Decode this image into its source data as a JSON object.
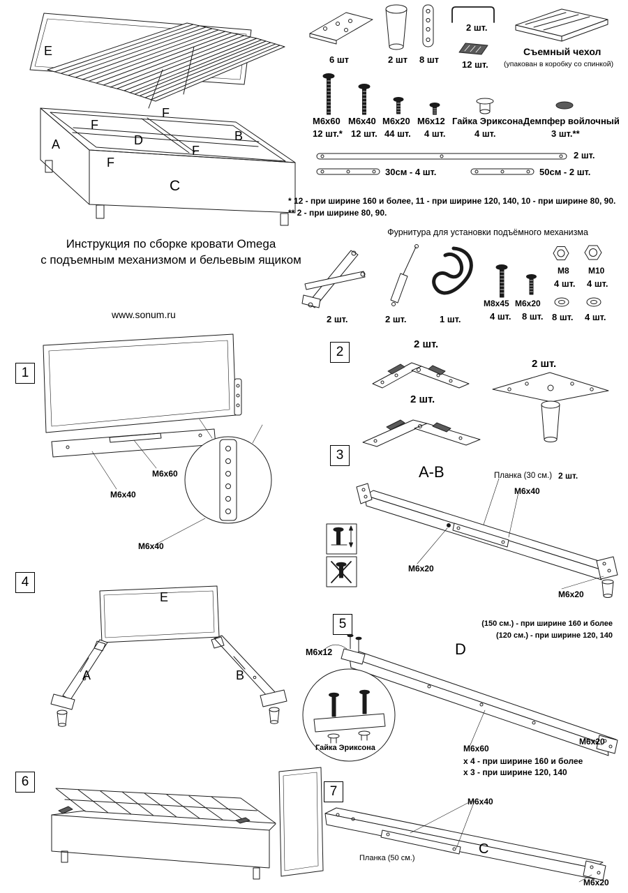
{
  "doc": {
    "title_line1": "Инструкция по сборке кровати Omega",
    "title_line2": "с подъемным механизмом и бельевым ящиком",
    "website": "www.sonum.ru"
  },
  "overview": {
    "letters": {
      "e": "E",
      "f": "F",
      "a": "A",
      "b": "B",
      "c": "C",
      "d": "D"
    }
  },
  "parts": {
    "bracket_qty": "6 шт",
    "leg_qty": "2 шт",
    "plate_qty": "8 шт",
    "handle_qty": "2 шт.",
    "grille_qty": "12 шт.",
    "cover_title": "Съемный чехол",
    "cover_note": "(упакован в коробку со спинкой)",
    "screws": [
      {
        "label": "M6x60",
        "qty": "12 шт.*"
      },
      {
        "label": "M6x40",
        "qty": "12 шт."
      },
      {
        "label": "M6x20",
        "qty": "44 шт."
      },
      {
        "label": "M6x12",
        "qty": "4 шт."
      },
      {
        "label": "Гайка Эриксона",
        "qty": "4 шт."
      },
      {
        "label": "Демпфер войлочный",
        "qty": "3 шт.**"
      }
    ],
    "strip_long_qty": "2 шт.",
    "strip30_label": "30см - 4 шт.",
    "strip50_label": "50см - 2 шт.",
    "footnote1": "* 12 - при ширине 160 и более, 11 - при ширине 120, 140, 10 - при ширине 80, 90.",
    "footnote2": "** 2 - при ширине 80, 90."
  },
  "lift": {
    "title": "Фурнитура для установки подъёмного механизма",
    "mechanism_qty": "2 шт.",
    "strut_qty": "2 шт.",
    "strap_qty": "1 шт.",
    "m8x45": {
      "label": "M8x45",
      "qty": "4 шт."
    },
    "m6x20": {
      "label": "M6x20",
      "qty": "8 шт."
    },
    "m8": {
      "label": "M8",
      "qty": "4 шт."
    },
    "m10": {
      "label": "M10",
      "qty": "4 шт."
    },
    "washer_large_qty": "8 шт.",
    "washer_small_qty": "4 шт."
  },
  "steps": {
    "s1": {
      "num": "1",
      "label_m6x60": "M6x60",
      "label_m6x40_top": "M6x40",
      "label_m6x40_bottom": "M6x40"
    },
    "s2": {
      "num": "2",
      "qty1": "2 шт.",
      "qty2": "2 шт.",
      "qty3": "2 шт."
    },
    "s3": {
      "num": "3",
      "title": "A-B",
      "plank_label": "Планка (30 см.)",
      "plank_qty": "2 шт.",
      "label_m6x40": "M6x40",
      "label_m6x20_mid": "M6x20",
      "label_m6x20_end": "M6x20"
    },
    "s4": {
      "num": "4",
      "label_e": "E",
      "label_a": "A",
      "label_b": "B"
    },
    "s5": {
      "num": "5",
      "note_150": "(150 см.) - при ширине 160 и более",
      "note_120": "(120 см.) - при ширине 120, 140",
      "label_m6x12": "M6x12",
      "title": "D",
      "nut_label": "Гайка Эриксона",
      "label_m6x60": "M6x60",
      "m6x60_note1": "х 4 - при ширине 160 и более",
      "m6x60_note2": "х 3 - при ширине 120, 140",
      "label_m6x20": "M6x20"
    },
    "s6": {
      "num": "6"
    },
    "s7": {
      "num": "7",
      "label_m6x40": "M6x40",
      "plank_label": "Планка (50 см.)",
      "label_c": "C",
      "label_m6x20": "M6x20"
    }
  }
}
